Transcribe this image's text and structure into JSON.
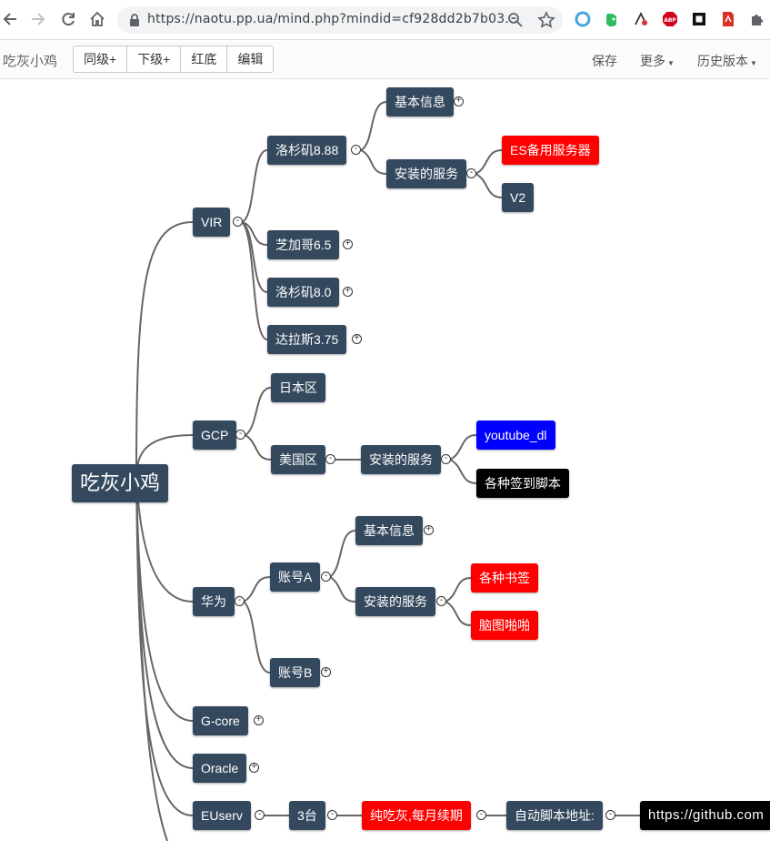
{
  "browser": {
    "url": "https://naotu.pp.ua/mind.php?mindid=cf928dd2b7b03..."
  },
  "app": {
    "name": "吃灰小鸡",
    "toolbar": {
      "sibling": "同级+",
      "child": "下级+",
      "red_bg": "红底",
      "edit": "编辑",
      "save": "保存",
      "more": "更多",
      "history": "历史版本"
    }
  },
  "mindmap": {
    "root": "吃灰小鸡",
    "vir": {
      "label": "VIR",
      "la888": "洛杉矶8.88",
      "basic_info": "基本信息",
      "installed": "安装的服务",
      "es_backup": "ES备用服务器",
      "v2": "V2",
      "chicago": "芝加哥6.5",
      "la80": "洛杉矶8.0",
      "dallas": "达拉斯3.75"
    },
    "gcp": {
      "label": "GCP",
      "japan": "日本区",
      "us": "美国区",
      "installed": "安装的服务",
      "youtube": "youtube_dl",
      "checkin": "各种签到脚本"
    },
    "huawei": {
      "label": "华为",
      "account_a": "账号A",
      "basic_info": "基本信息",
      "installed": "安装的服务",
      "bookmarks": "各种书签",
      "naotu": "脑图啪啪",
      "account_b": "账号B"
    },
    "gcore": "G-core",
    "oracle": "Oracle",
    "euserv": {
      "label": "EUserv",
      "count": "3台",
      "note": "纯吃灰,每月续期",
      "script": "自动脚本地址:",
      "link": "https://github.com"
    },
    "expand_plus": "+",
    "expand_minus": "-"
  }
}
